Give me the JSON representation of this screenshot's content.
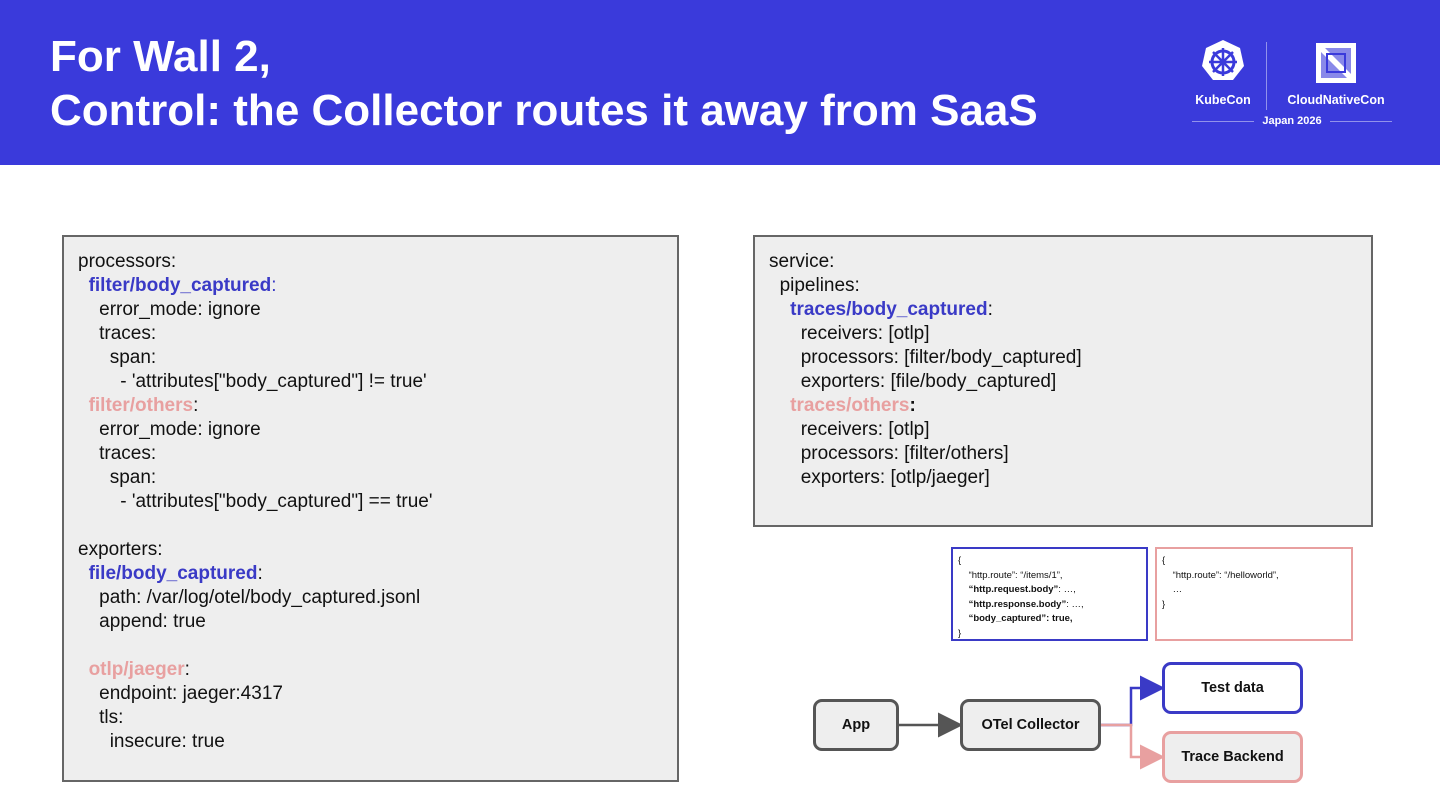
{
  "header": {
    "title_line1": "For Wall 2,",
    "title_line2": "Control: the Collector routes it away from SaaS",
    "logo_left": "KubeCon",
    "logo_right": "CloudNativeCon",
    "logo_event": "Japan 2026"
  },
  "colors": {
    "header_bg": "#3a3adb",
    "blue": "#3a3ac6",
    "pink": "#e8a0a0",
    "panel_bg": "#eeeeee",
    "panel_border": "#666666"
  },
  "left_code": {
    "l1": "processors:",
    "l2_key": "filter/body_captured",
    "l2_colon": ":",
    "l3": "error_mode: ignore",
    "l4": "traces:",
    "l5": "span:",
    "l6": "- 'attributes[\"body_captured\"] != true'",
    "l7_key": "filter/others",
    "l7_colon": ":",
    "l8": "error_mode: ignore",
    "l9": "traces:",
    "l10": "span:",
    "l11": "- 'attributes[\"body_captured\"] == true'",
    "l13": "exporters:",
    "l14_key": "file/body_captured",
    "l14_colon": ":",
    "l15": "path: /var/log/otel/body_captured.jsonl",
    "l16": "append: true",
    "l18_key": "otlp/jaeger",
    "l18_colon": ":",
    "l19": "endpoint: jaeger:4317",
    "l20": "tls:",
    "l21": "insecure: true"
  },
  "right_code": {
    "l1": "service:",
    "l2": "pipelines:",
    "l3_key": "traces/body_captured",
    "l3_colon": ":",
    "l4": "receivers: [otlp]",
    "l5": "processors: [filter/body_captured]",
    "l6": "exporters: [file/body_captured]",
    "l7_key": "traces/others",
    "l7_colon": ":",
    "l8": "receivers: [otlp]",
    "l9": "processors: [filter/others]",
    "l10": "exporters: [otlp/jaeger]"
  },
  "json_blue": {
    "l1": "{",
    "l2": "“http.route”: “/items/1”,",
    "l3_key": "“http.request.body”",
    "l3_rest": ": …,",
    "l4_key": "“http.response.body”",
    "l4_rest": ": …,",
    "l5_key": "“body_captured”: true,",
    "l6": "}"
  },
  "json_pink": {
    "l1": "{",
    "l2": "“http.route”: “/helloworld”,",
    "l3": "…",
    "l4": "}"
  },
  "diagram": {
    "app": "App",
    "collector": "OTel Collector",
    "test_data": "Test data",
    "trace_backend": "Trace Backend"
  }
}
